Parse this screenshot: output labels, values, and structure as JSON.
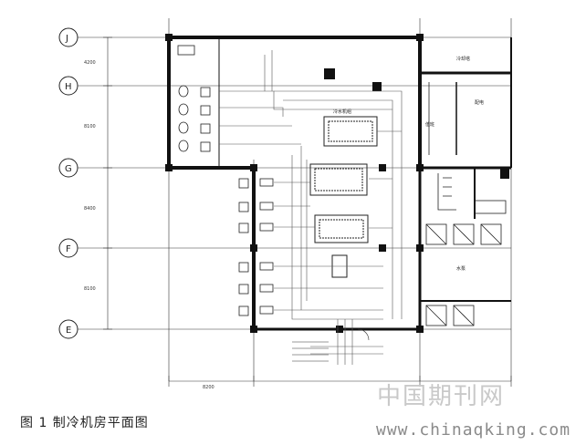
{
  "figure": {
    "caption": "图 1  制冷机房平面图",
    "grid_labels": [
      "J",
      "H",
      "G",
      "F",
      "E"
    ],
    "room_labels": [
      "冷水机组",
      "冷却塔",
      "配电",
      "值班",
      "水泵"
    ],
    "dimension_labels": [
      "4200",
      "8100",
      "8400",
      "8100",
      "8200"
    ]
  },
  "watermark": {
    "cn": "中国期刊网",
    "url": "www.chinaqking.com"
  },
  "colors": {
    "line": "#1a1a1a",
    "wall": "#111111",
    "pipe": "#555555"
  }
}
